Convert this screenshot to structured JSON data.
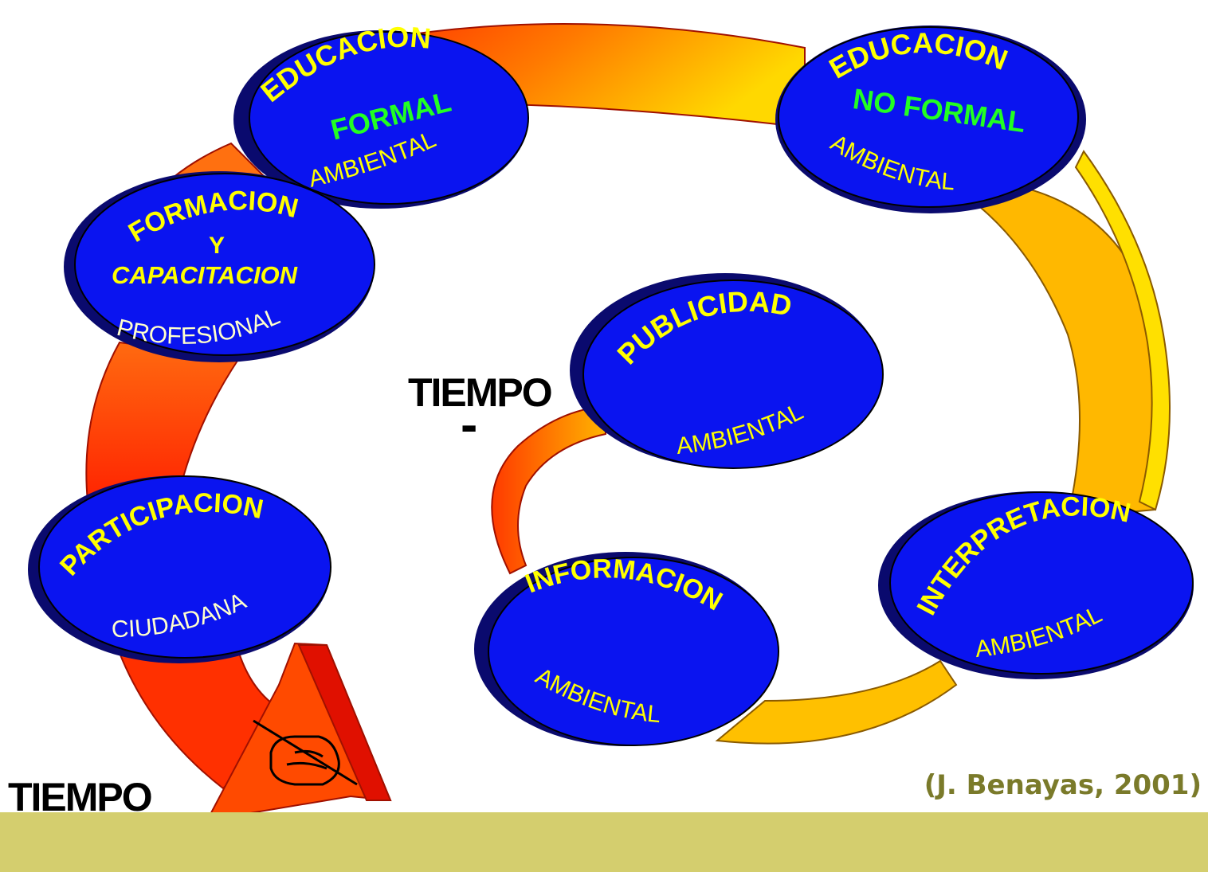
{
  "stages": {
    "educacion_formal": {
      "line1": "EDUCACION",
      "line2": "FORMAL",
      "line3": "AMBIENTAL"
    },
    "educacion_no_formal": {
      "line1": "EDUCACION",
      "line2": "NO FORMAL",
      "line3": "AMBIENTAL"
    },
    "formacion": {
      "line1": "FORMACION",
      "line2": "Y",
      "line3": "CAPACITACION",
      "line4": "PROFESIONAL"
    },
    "publicidad": {
      "line1": "PUBLICIDAD",
      "line2": "AMBIENTAL"
    },
    "participacion": {
      "line1": "PARTICIPACION",
      "line2": "CIUDADANA"
    },
    "informacion": {
      "line1": "INFORMACION",
      "line2": "AMBIENTAL"
    },
    "interpretacion": {
      "line1": "INTERPRETACION",
      "line2": "AMBIENTAL"
    }
  },
  "time_labels": {
    "less": {
      "label": "TIEMPO",
      "sign": "-"
    },
    "more": {
      "label": "TIEMPO",
      "sign": "+"
    }
  },
  "citation": "(J. Benayas, 2001)",
  "colors": {
    "ellipse_fill": "#0a14f0",
    "ellipse_edge": "#0a0a6e",
    "spiral_start": "#ff2a00",
    "spiral_end": "#ffd800",
    "label_yellow": "#ffff00",
    "label_green": "#22ff22",
    "footer": "#d4ce6e"
  },
  "icons": [
    "writing-hand-icon"
  ]
}
